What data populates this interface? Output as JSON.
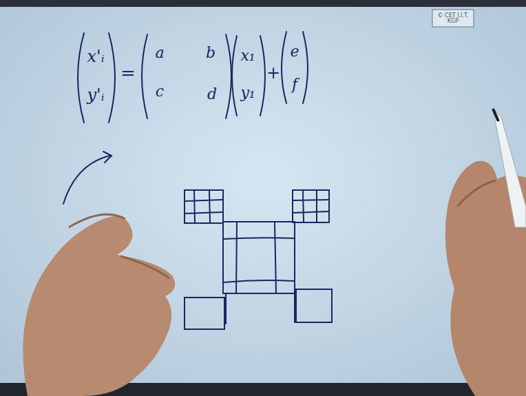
{
  "diagram": {
    "labels": [
      "x'ᵢ",
      "y'ᵢ",
      "=",
      "a",
      "b",
      "c",
      "d",
      "x₁",
      "y₁",
      "+",
      "e",
      "f",
      "© CET I.I.T. KGP"
    ]
  }
}
